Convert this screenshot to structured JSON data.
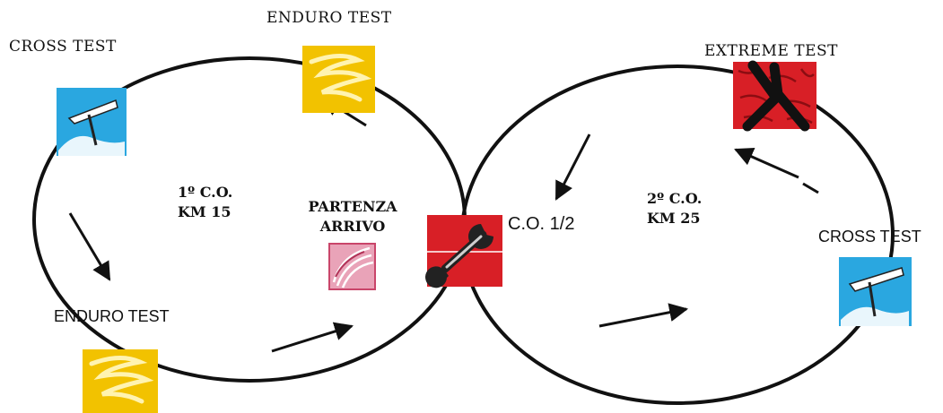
{
  "loop_left": {
    "control": {
      "line1": "1º C.O.",
      "line2": "KM 15"
    }
  },
  "loop_right": {
    "control": {
      "line1": "2º C.O.",
      "line2": "KM 25"
    }
  },
  "start": {
    "line1": "PARTENZA",
    "line2": "ARRIVO"
  },
  "service": {
    "label": "C.O. 1/2"
  },
  "stations": [
    {
      "label": "CROSS TEST",
      "icon": "cross-test-icon",
      "color": "#2aa7e0"
    },
    {
      "label": "ENDURO TEST",
      "icon": "enduro-test-icon",
      "color": "#f2c200"
    },
    {
      "label": "ENDURO TEST",
      "icon": "enduro-test-icon",
      "color": "#f2c200"
    },
    {
      "label": "EXTREME TEST",
      "icon": "extreme-test-icon",
      "color": "#d81f26"
    },
    {
      "label": "CROSS TEST",
      "icon": "cross-test-icon",
      "color": "#2aa7e0"
    }
  ],
  "colors": {
    "line": "#111111",
    "service": "#d81f26",
    "start": "#c9456a"
  }
}
